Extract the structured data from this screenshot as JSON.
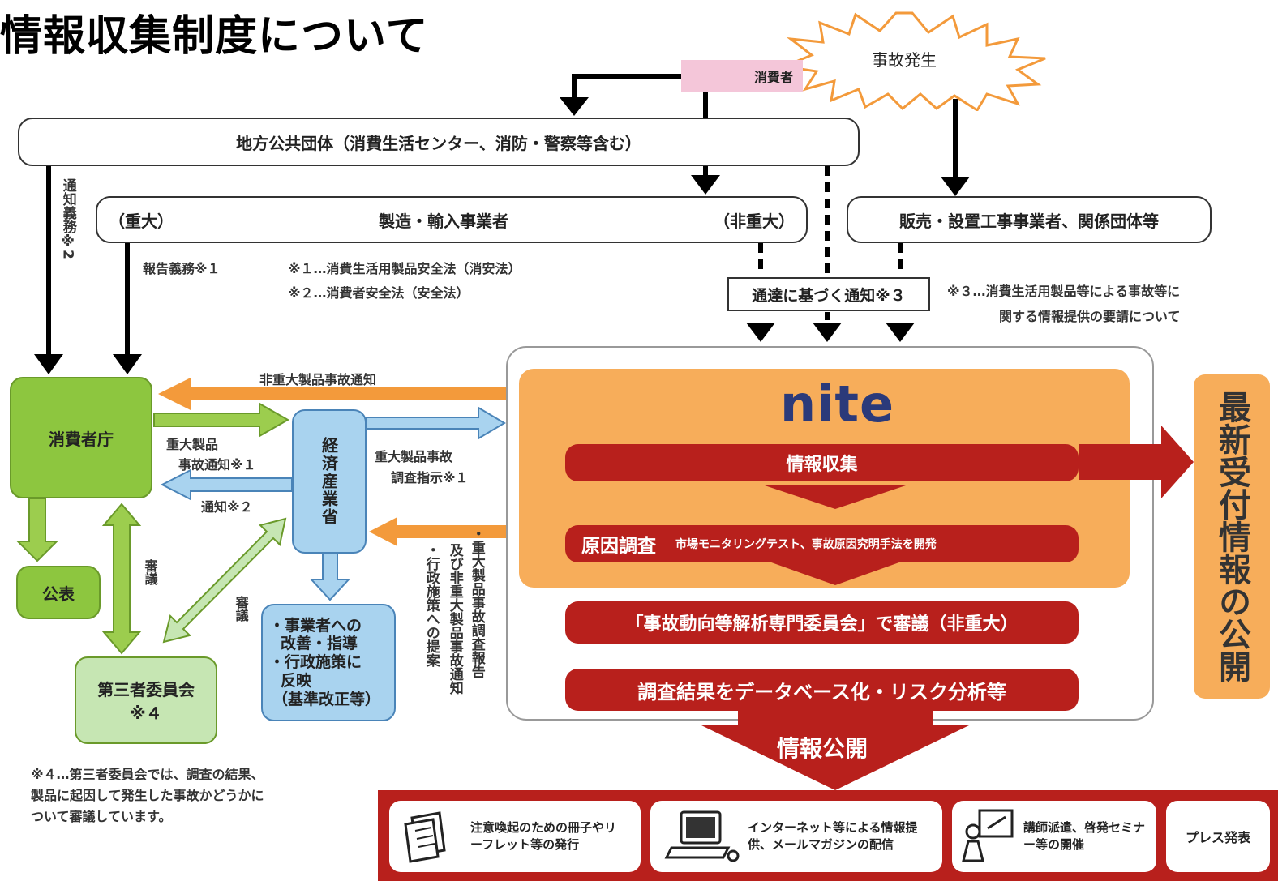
{
  "title": "情報収集制度について",
  "accident": "事故発生",
  "consumer": "消費者",
  "local_gov": "地方公共団体（消費生活センター、消防・警察等含む）",
  "manufacturer": {
    "left": "（重大）",
    "center": "製造・輸入事業者",
    "right": "（非重大）"
  },
  "retailer": "販売・設置工事事業者、関係団体等",
  "notify_duty": "通知義務※2",
  "report_duty": "報告義務※１",
  "note1": "※１…消費生活用製品安全法（消安法）",
  "note2": "※２…消費者安全法（安全法）",
  "tsutatsu": "通達に基づく通知※３",
  "note3_line1": "※３…消費生活用製品等による事故等に",
  "note3_line2": "関する情報提供の要請について",
  "caa": "消費者庁",
  "nonserious_notice": "非重大製品事故通知",
  "serious_notice_l1": "重大製品",
  "serious_notice_l2": "事故通知※１",
  "notice2": "通知※２",
  "meti": "経済産業省",
  "serious_investigation_l1": "重大製品事故",
  "serious_investigation_l2": "調査指示※１",
  "report_text_1": "・重大製品事故調査報告",
  "report_text_2": "及び非重大製品事故通知",
  "report_text_3": "・行政施策への提案",
  "announce": "公表",
  "deliberation": "審議",
  "deliberation2": "審議",
  "third_party_l1": "第三者委員会",
  "third_party_l2": "※４",
  "meti_action_1": "・事業者への",
  "meti_action_2": "改善・指導",
  "meti_action_3": "・行政施策に",
  "meti_action_4": "反映",
  "meti_action_5": "（基準改正等）",
  "note4_line1": "※４…第三者委員会では、調査の結果、",
  "note4_line2": "製品に起因して発生した事故かどうかに",
  "note4_line3": "ついて審議しています。",
  "nite_logo": "nite",
  "info_collect": "情報収集",
  "cause_investigation": "原因調査",
  "cause_sub": "市場モニタリングテスト、事故原因究明手法を開発",
  "committee": "「事故動向等解析専門委員会」で審議（非重大）",
  "database": "調査結果をデータベース化・リスク分析等",
  "info_publish": "情報公開",
  "latest_info": "最新受付情報の公開",
  "bottom": {
    "item1": "注意喚起のための冊子やリーフレット等の発行",
    "item2": "インターネット等による情報提供、メールマガジンの配信",
    "item3": "講師派遣、啓発セミナー等の開催",
    "item4": "プレス発表"
  },
  "colors": {
    "green": "#8dc63f",
    "orange": "#f7ad5a",
    "red": "#b8201c",
    "blue": "#a9d3ef",
    "pink": "#f4c6d9"
  }
}
